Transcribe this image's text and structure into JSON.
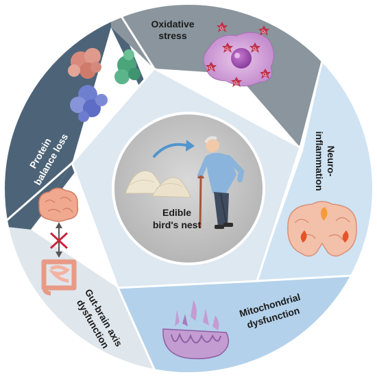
{
  "center": {
    "label_line1": "Edible",
    "label_line2": "bird's nest"
  },
  "segments": [
    {
      "id": "oxidative-stress",
      "line1": "Oxidative",
      "line2": "stress",
      "color": "#8a959d"
    },
    {
      "id": "neuroinflammation",
      "line1": "Neuro-",
      "line2": "inflammation",
      "color": "#cfe3f3"
    },
    {
      "id": "mitochondrial-dysfunction",
      "line1": "Mitochondrial",
      "line2": "dysfunction",
      "color": "#b3d1ea"
    },
    {
      "id": "gut-brain-axis",
      "line1": "Gut-brain axis",
      "line2": "dysfunction",
      "color": "#dfe6ec"
    },
    {
      "id": "protein-balance-loss",
      "line1": "Protein",
      "line2": "balance loss",
      "color": "#4d6478"
    }
  ],
  "oxygen_symbol": "O₂"
}
